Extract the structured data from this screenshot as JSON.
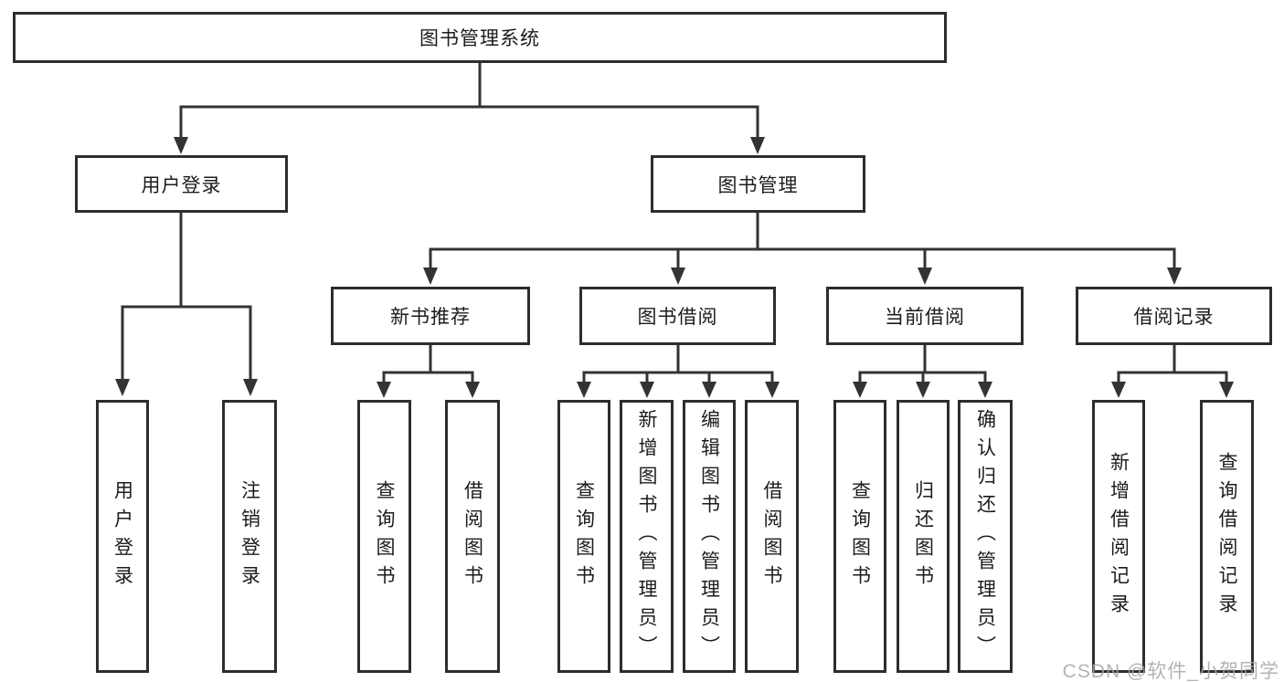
{
  "tree": {
    "root": "图书管理系统",
    "branches": [
      {
        "label": "用户登录",
        "leaves": [
          "用户登录",
          "注销登录"
        ]
      },
      {
        "label": "图书管理",
        "children": [
          {
            "label": "新书推荐",
            "leaves": [
              "查询图书",
              "借阅图书"
            ]
          },
          {
            "label": "图书借阅",
            "leaves": [
              "查询图书",
              "新增图书（管理员）",
              "编辑图书（管理员）",
              "借阅图书"
            ]
          },
          {
            "label": "当前借阅",
            "leaves": [
              "查询图书",
              "归还图书",
              "确认归还（管理员）"
            ]
          },
          {
            "label": "借阅记录",
            "leaves": [
              "新增借阅记录",
              "查询借阅记录"
            ]
          }
        ]
      }
    ]
  },
  "watermark": {
    "text": "CSDN @软件_小贺同学"
  },
  "colors": {
    "background": "#ffffff",
    "line": "#333333",
    "box_border": "#2d2d2d",
    "text": "#1c1c1c",
    "watermark": "#a6a6a6"
  }
}
